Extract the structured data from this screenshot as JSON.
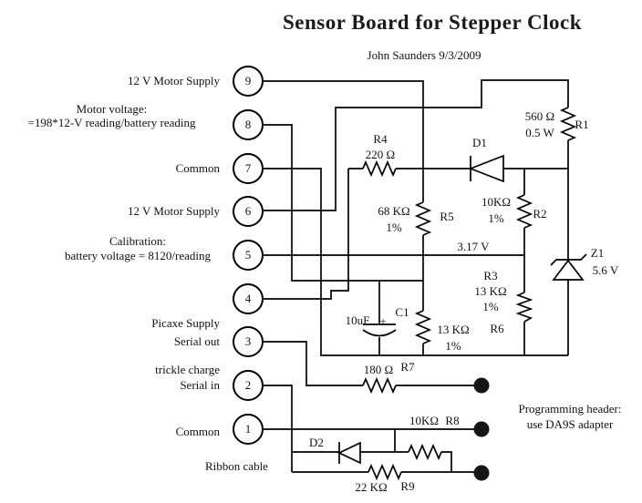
{
  "title": "Sensor Board for Stepper Clock",
  "subtitle": "John Saunders 9/3/2009",
  "pins": [
    {
      "number": "9",
      "label": "12 V Motor Supply"
    },
    {
      "number": "8",
      "line1": "Motor voltage:",
      "line2": "=198*12-V reading/battery reading"
    },
    {
      "number": "7",
      "label": "Common"
    },
    {
      "number": "6",
      "label": "12 V Motor Supply"
    },
    {
      "number": "5",
      "line1": "Calibration:",
      "line2": "battery voltage = 8120/reading"
    },
    {
      "number": "4",
      "line1": "Picaxe Supply",
      "line2": "trickle charge"
    },
    {
      "number": "3",
      "label": "Serial out"
    },
    {
      "number": "2",
      "label": "Serial in"
    },
    {
      "number": "1",
      "label": "Common"
    }
  ],
  "components": {
    "r1": {
      "ref": "R1",
      "value1": "560 Ω",
      "value2": "0.5 W"
    },
    "r2": {
      "ref": "R2",
      "value1": "10KΩ",
      "value2": "1%"
    },
    "r3": {
      "ref": "R3",
      "value1": "13 KΩ",
      "value2": "1%"
    },
    "r4": {
      "ref": "R4",
      "value1": "220 Ω"
    },
    "r5": {
      "ref": "R5",
      "value1": "68 KΩ",
      "value2": "1%"
    },
    "r6": {
      "ref": "R6",
      "value1": "13 KΩ",
      "value2": "1%"
    },
    "r7": {
      "ref": "R7",
      "value1": "180 Ω"
    },
    "r8": {
      "ref": "R8",
      "value1": "10KΩ"
    },
    "r9": {
      "ref": "R9",
      "value1": "22 KΩ"
    },
    "c1": {
      "ref": "C1",
      "value1": "10uF",
      "polarity": "+"
    },
    "d1": {
      "ref": "D1"
    },
    "d2": {
      "ref": "D2"
    },
    "z1": {
      "ref": "Z1",
      "value1": "5.6 V"
    }
  },
  "notes": {
    "node_voltage": "3.17 V",
    "ribbon_cable": "Ribbon cable",
    "header_line1": "Programming header:",
    "header_line2": "use DA9S adapter"
  },
  "colors": {
    "line": "#000000",
    "background": "#ffffff",
    "dot": "#161616"
  }
}
